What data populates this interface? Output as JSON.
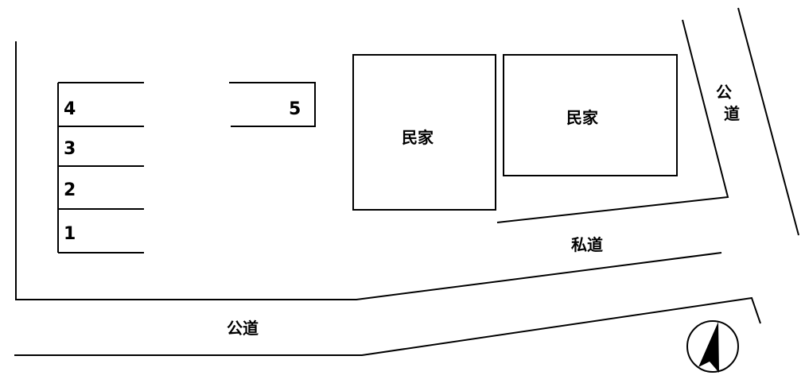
{
  "spaces": [
    "1",
    "2",
    "3",
    "4",
    "5"
  ],
  "houses": [
    "民家",
    "民家"
  ],
  "private_road": "私道",
  "public_road_bottom": "公道",
  "public_road_right": [
    "公",
    "道"
  ],
  "compass": "north-arrow"
}
